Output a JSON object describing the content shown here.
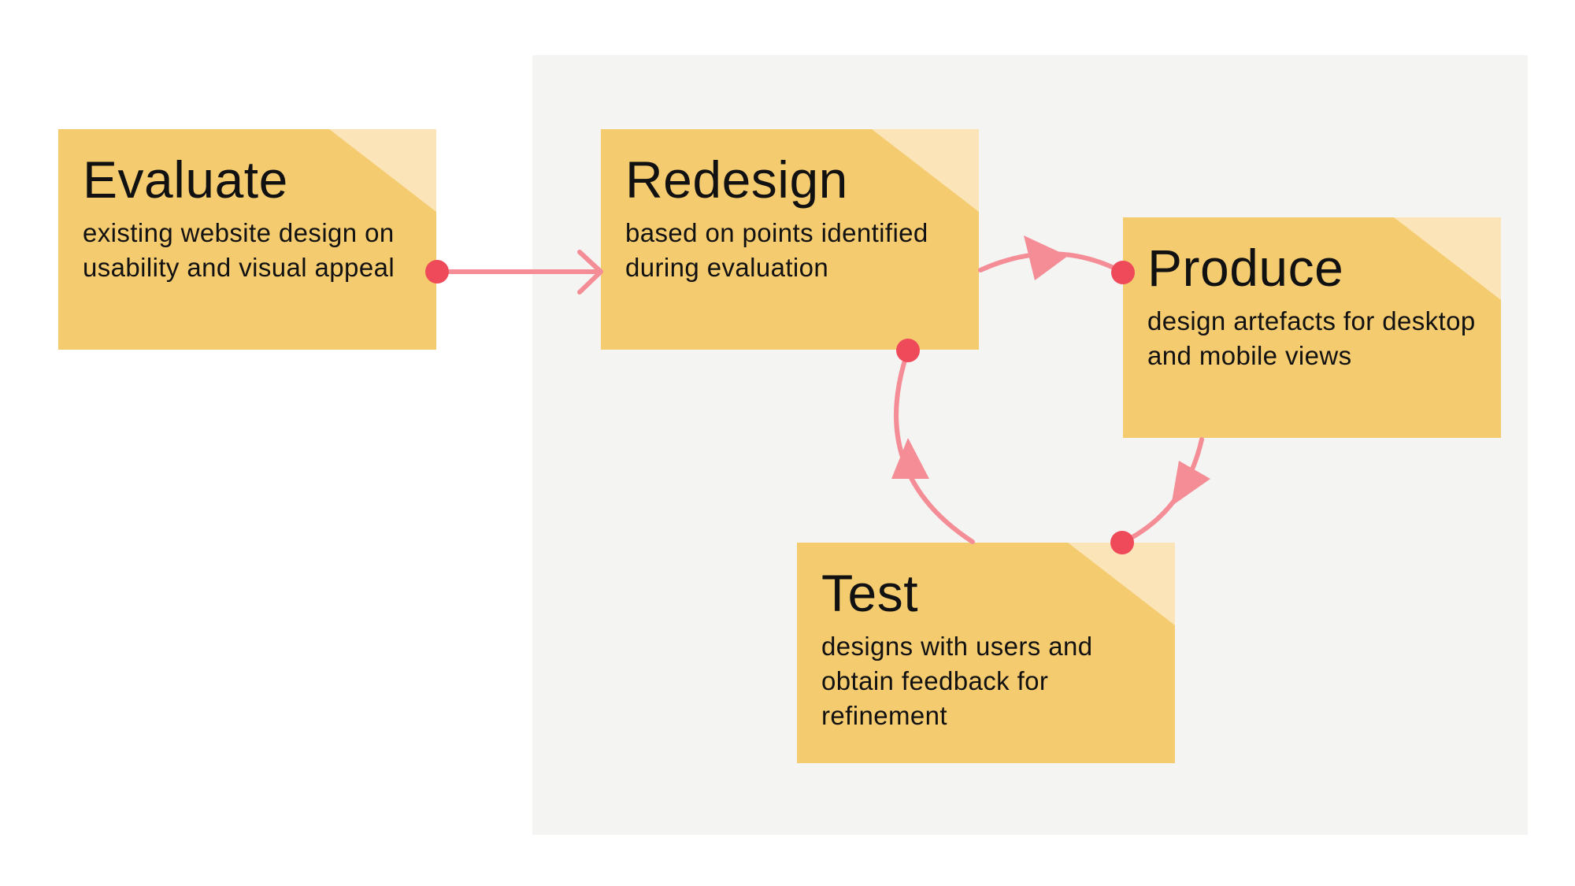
{
  "colors": {
    "panel": "#f4f4f2",
    "note": "#f5cb70",
    "note_fold": "#fbe4b7",
    "connector": "#f58d97",
    "connector_dot": "#ef4a5a"
  },
  "steps": {
    "evaluate": {
      "title": "Evaluate",
      "description": "existing website design on usability and visual appeal"
    },
    "redesign": {
      "title": "Redesign",
      "description": "based on points identified during evaluation"
    },
    "produce": {
      "title": "Produce",
      "description": "design artefacts for desktop and mobile views"
    },
    "test": {
      "title": "Test",
      "description": "designs with users and obtain feedback for refinement"
    }
  },
  "connections": [
    {
      "from": "Evaluate",
      "to": "Redesign"
    },
    {
      "from": "Redesign",
      "to": "Produce"
    },
    {
      "from": "Produce",
      "to": "Test"
    },
    {
      "from": "Test",
      "to": "Redesign"
    }
  ]
}
